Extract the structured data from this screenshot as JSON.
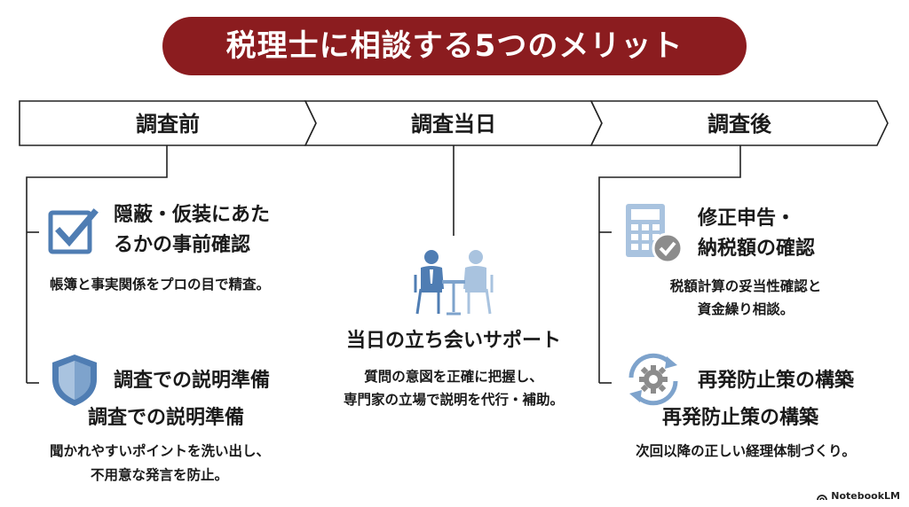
{
  "title": "税理士に相談する5つのメリット",
  "stages": [
    {
      "label": "調査前"
    },
    {
      "label": "調査当日"
    },
    {
      "label": "調査後"
    }
  ],
  "items": {
    "concealment_check": {
      "title_line1": "隠蔽・仮装にあた",
      "title_line2": "るかの事前確認",
      "desc": "帳簿と事実関係をプロの目で精査。",
      "icon": "checkbox-icon"
    },
    "explanation_prep": {
      "title": "調査での説明準備",
      "subtitle": "調査での説明準備",
      "desc_line1": "聞かれやすいポイントを洗い出し、",
      "desc_line2": "不用意な発言を防止。",
      "icon": "shield-icon"
    },
    "day_support": {
      "title": "当日の立ち会いサポート",
      "desc_line1": "質問の意図を正確に把握し、",
      "desc_line2": "専門家の立場で説明を代行・補助。",
      "icon": "meeting-icon"
    },
    "amended_return": {
      "title_line1": "修正申告・",
      "title_line2": "納税額の確認",
      "desc_line1": "税額計算の妥当性確認と",
      "desc_line2": "資金繰り相談。",
      "icon": "calculator-check-icon"
    },
    "prevention": {
      "title": "再発防止策の構築",
      "subtitle": "再発防止策の構築",
      "desc": "次回以降の正しい経理体制づくり。",
      "icon": "gear-cycle-icon"
    }
  },
  "brand": "NotebookLM",
  "colors": {
    "title_bg": "#8b1c1f",
    "icon_blue": "#4f7db3",
    "icon_light": "#a9c3df",
    "line": "#222222"
  }
}
